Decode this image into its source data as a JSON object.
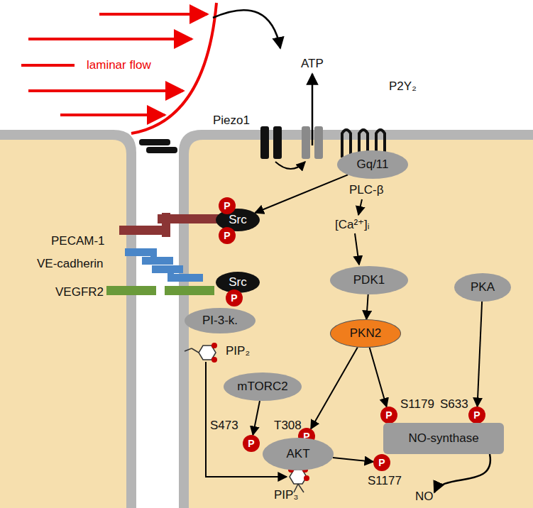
{
  "diagram": {
    "nodes": [
      {
        "text": [
          "Gq/11"
        ]
      },
      {
        "text": [
          "Src"
        ]
      },
      {
        "text": [
          "P"
        ]
      },
      {
        "text": [
          "P"
        ]
      },
      {
        "text": [
          "Src"
        ]
      },
      {
        "text": [
          "P"
        ]
      },
      {
        "text": [
          "PI-3-k."
        ]
      },
      {
        "text": [
          "PDK1"
        ]
      },
      {
        "text": [
          "PKN2"
        ]
      },
      {
        "text": [
          "PKA"
        ]
      },
      {
        "text": [
          "mTORC2"
        ]
      },
      {
        "text": [
          "P"
        ]
      },
      {
        "text": [
          "P"
        ]
      },
      {
        "text": [
          "P"
        ]
      },
      {
        "text": [
          "P"
        ]
      },
      {
        "text": [
          "AKT"
        ]
      },
      {
        "text": [
          "NO-synthase"
        ]
      },
      {
        "text": [
          "P"
        ]
      }
    ],
    "edges": [
      {
        "from": 0,
        "to": 1,
        "arrow": "to"
      },
      {
        "from": 7,
        "to": 8,
        "arrow": "to"
      },
      {
        "from": 8,
        "to": 12,
        "arrow": "to"
      },
      {
        "from": 8,
        "to": 13,
        "arrow": "to"
      },
      {
        "from": 9,
        "to": 14,
        "arrow": "to"
      },
      {
        "from": 10,
        "to": 11,
        "arrow": "to"
      },
      {
        "from": 15,
        "to": 17,
        "arrow": "to"
      }
    ],
    "labels": [
      "laminar flow",
      "ATP",
      "P2Y₂",
      "Piezo1",
      "PLC-β",
      "[Ca²⁺]ᵢ",
      "PECAM-1",
      "VE-cadherin",
      "VEGFR2",
      "PIP₂",
      "S473",
      "T308",
      "S1179",
      "S633",
      "S1177",
      "PIP₃",
      "NO"
    ]
  }
}
